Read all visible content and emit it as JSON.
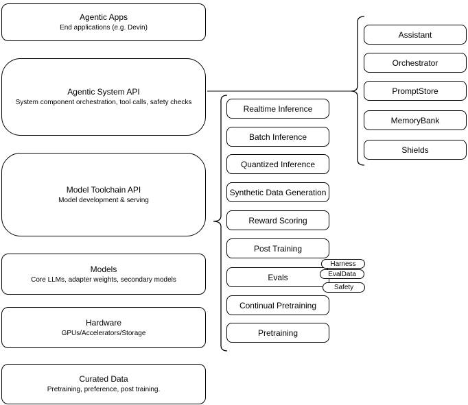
{
  "diagram": {
    "colors": {
      "stroke": "#000000",
      "fill": "#ffffff",
      "text": "#000000"
    },
    "left_stack": [
      {
        "title": "Agentic Apps",
        "subtitle": "End applications (e.g. Devin)"
      },
      {
        "title": "Agentic System API",
        "subtitle": "System component orchestration, tool calls, safety checks"
      },
      {
        "title": "Model Toolchain API",
        "subtitle": "Model development & serving"
      },
      {
        "title": "Models",
        "subtitle": "Core LLMs, adapter weights, secondary models"
      },
      {
        "title": "Hardware",
        "subtitle": "GPUs/Accelerators/Storage"
      },
      {
        "title": "Curated Data",
        "subtitle": "Pretraining, preference, post training."
      }
    ],
    "toolchain_items": [
      {
        "label": "Realtime Inference"
      },
      {
        "label": "Batch Inference"
      },
      {
        "label": "Quantized Inference"
      },
      {
        "label": "Synthetic Data Generation"
      },
      {
        "label": "Reward Scoring"
      },
      {
        "label": "Post Training"
      },
      {
        "label": "Evals"
      },
      {
        "label": "Continual Pretraining"
      },
      {
        "label": "Pretraining"
      }
    ],
    "evals_tags": [
      {
        "label": "Harness"
      },
      {
        "label": "EvalData"
      },
      {
        "label": "Safety"
      }
    ],
    "system_components": [
      {
        "label": "Assistant"
      },
      {
        "label": "Orchestrator"
      },
      {
        "label": "PromptStore"
      },
      {
        "label": "MemoryBank"
      },
      {
        "label": "Shields"
      }
    ]
  }
}
